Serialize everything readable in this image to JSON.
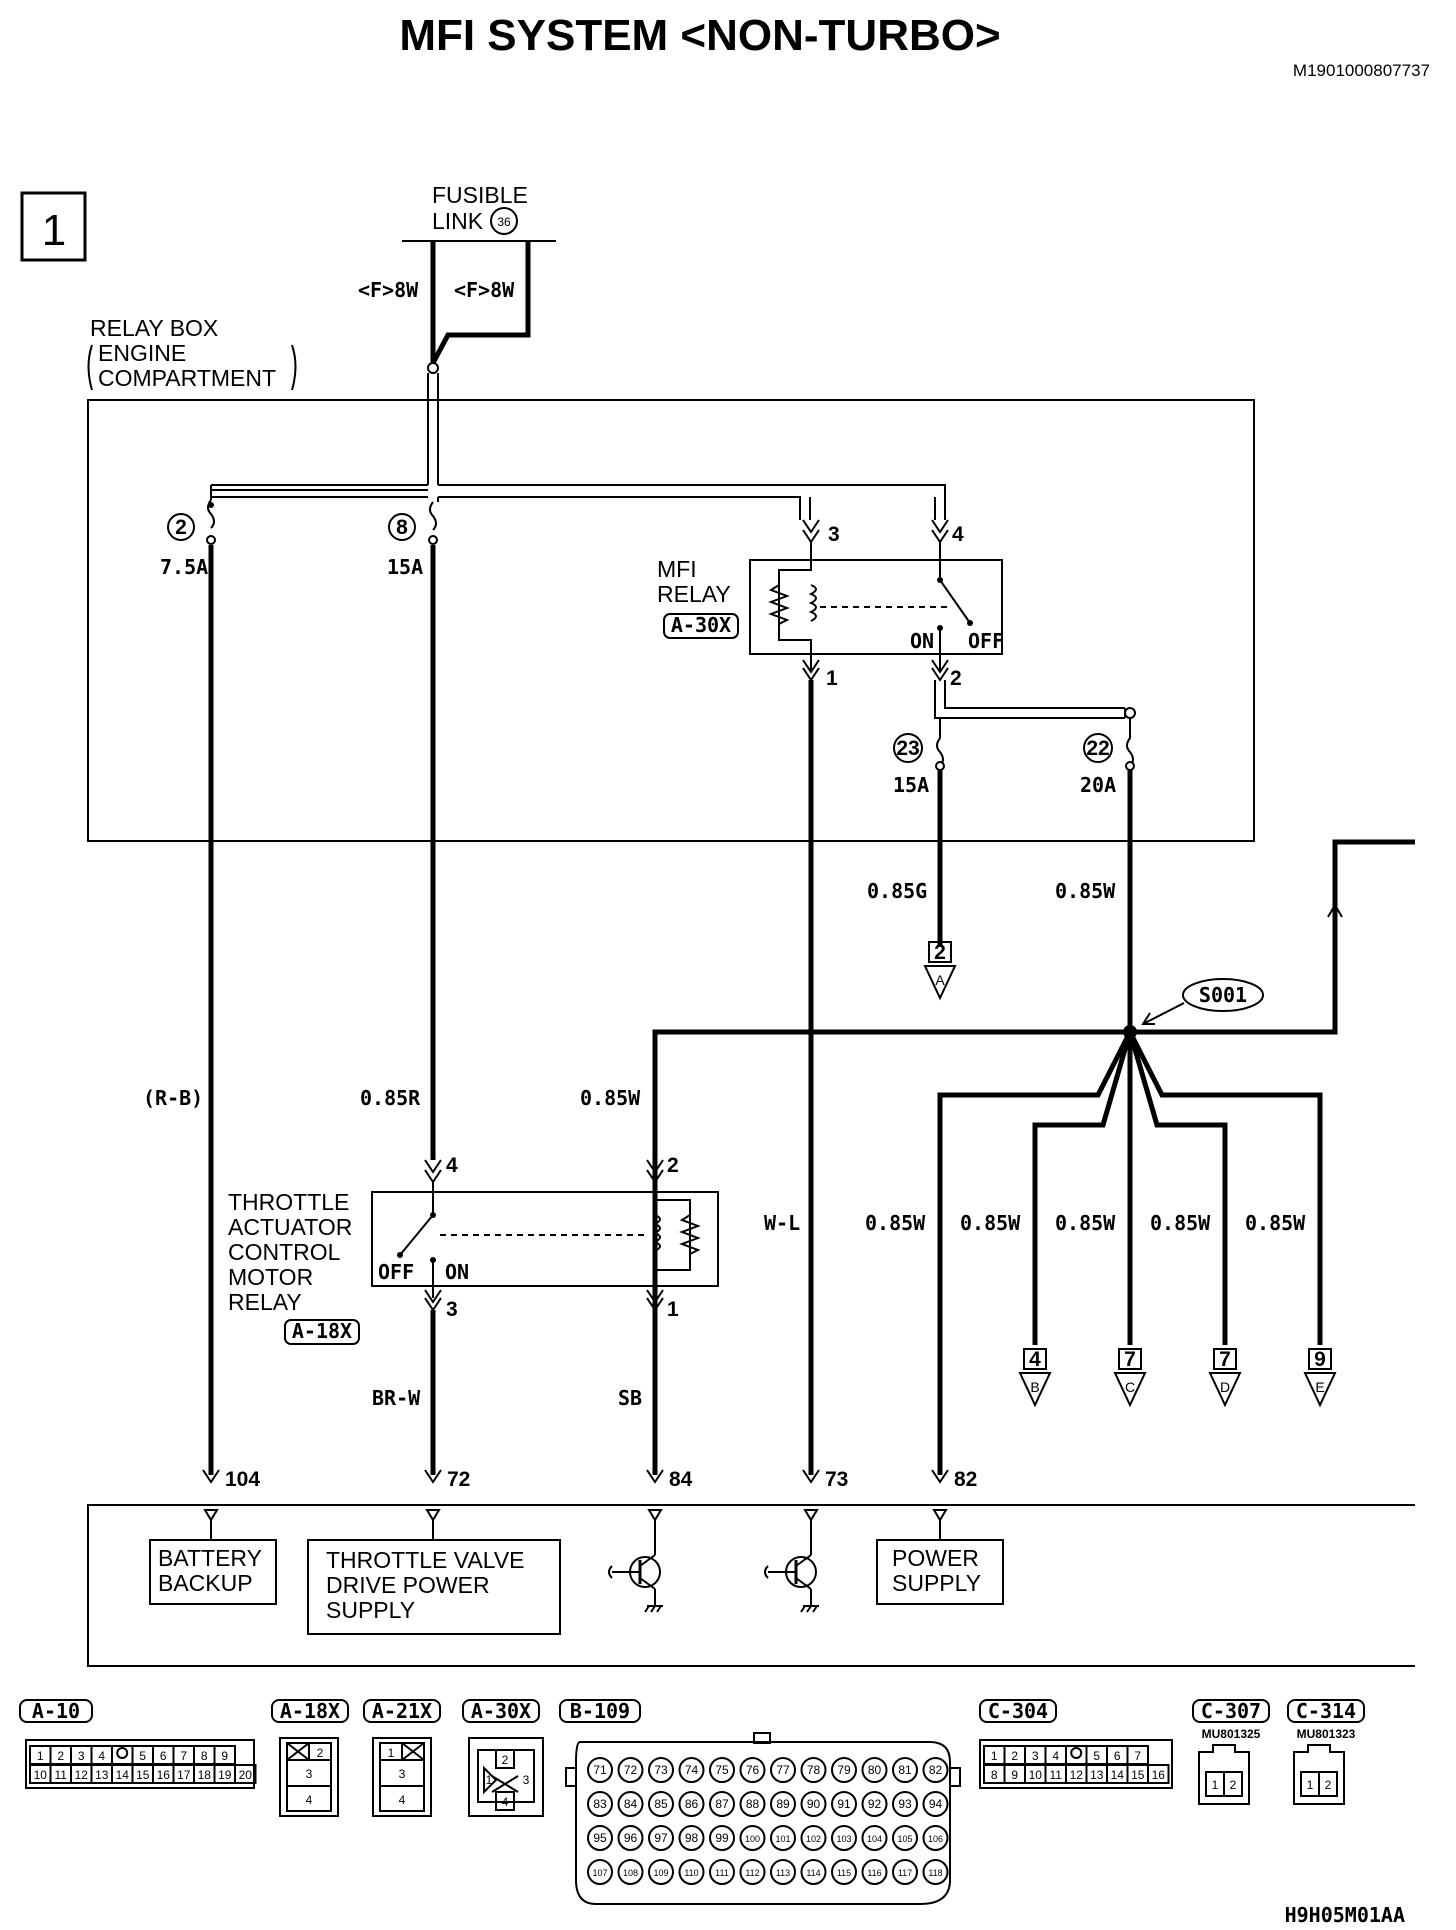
{
  "title": "MFI SYSTEM <NON-TURBO>",
  "doc_code": "M1901000807737",
  "footer_code": "H9H05M01AA",
  "page_box": "1",
  "fusible_link": {
    "line1": "FUSIBLE",
    "line2": "LINK",
    "num": "36"
  },
  "wire_top_left": "<F>8W",
  "wire_top_right": "<F>8W",
  "relay_box": {
    "line1": "RELAY BOX",
    "line2": "ENGINE",
    "line3": "COMPARTMENT"
  },
  "fuses": [
    {
      "num": "2",
      "rating": "7.5A"
    },
    {
      "num": "8",
      "rating": "15A"
    },
    {
      "num": "23",
      "rating": "15A"
    },
    {
      "num": "22",
      "rating": "20A"
    }
  ],
  "mfi_relay": {
    "line1": "MFI",
    "line2": "RELAY",
    "code": "A-30X",
    "pin3": "3",
    "pin4": "4",
    "pin1": "1",
    "pin2": "2",
    "on": "ON",
    "off": "OFF"
  },
  "wires": {
    "r_b": "(R-B)",
    "r085": "0.85R",
    "w085a": "0.85W",
    "g085": "0.85G",
    "w085b": "0.85W",
    "wl": "W-L",
    "brw": "BR-W",
    "sb": "SB",
    "w1": "0.85W",
    "w2": "0.85W",
    "w3": "0.85W",
    "w4": "0.85W",
    "w5": "0.85W"
  },
  "splice": "S001",
  "throttle_relay": {
    "line1": "THROTTLE",
    "line2": "ACTUATOR",
    "line3": "CONTROL",
    "line4": "MOTOR",
    "line5": "RELAY",
    "code": "A-18X",
    "pin4": "4",
    "pin2": "2",
    "pin3": "3",
    "pin1": "1",
    "off": "OFF",
    "on": "ON"
  },
  "connectors_off": [
    {
      "num": "2",
      "letter": "A"
    },
    {
      "num": "4",
      "letter": "B"
    },
    {
      "num": "7",
      "letter": "C"
    },
    {
      "num": "7",
      "letter": "D"
    },
    {
      "num": "9",
      "letter": "E"
    }
  ],
  "ecu_pins": [
    "104",
    "72",
    "84",
    "73",
    "82"
  ],
  "ecu_labels": {
    "battery": [
      "BATTERY",
      "BACKUP"
    ],
    "throttle": [
      "THROTTLE VALVE",
      "DRIVE POWER",
      "SUPPLY"
    ],
    "power": [
      "POWER",
      "SUPPLY"
    ]
  },
  "connector_codes": [
    "A-10",
    "A-18X",
    "A-21X",
    "A-30X",
    "B-109",
    "C-304",
    "C-307",
    "C-314"
  ],
  "part_numbers": {
    "c307": "MU801325",
    "c314": "MU801323"
  },
  "a10_row1": [
    "1",
    "2",
    "3",
    "4",
    "",
    "5",
    "6",
    "7",
    "8",
    "9"
  ],
  "a10_row2": [
    "10",
    "11",
    "12",
    "13",
    "14",
    "15",
    "16",
    "17",
    "18",
    "19",
    "20"
  ],
  "c304_row1": [
    "1",
    "2",
    "3",
    "4",
    "",
    "5",
    "6",
    "7"
  ],
  "c304_row2": [
    "8",
    "9",
    "10",
    "11",
    "12",
    "13",
    "14",
    "15",
    "16"
  ],
  "b109_rows": [
    [
      "71",
      "72",
      "73",
      "74",
      "75",
      "76",
      "77",
      "78",
      "79",
      "80",
      "81",
      "82"
    ],
    [
      "83",
      "84",
      "85",
      "86",
      "87",
      "88",
      "89",
      "90",
      "91",
      "92",
      "93",
      "94"
    ],
    [
      "95",
      "96",
      "97",
      "98",
      "99",
      "100",
      "101",
      "102",
      "103",
      "104",
      "105",
      "106"
    ],
    [
      "107",
      "108",
      "109",
      "110",
      "111",
      "112",
      "113",
      "114",
      "115",
      "116",
      "117",
      "118"
    ]
  ],
  "relay_conn_pins": {
    "r1": "1",
    "r2": "2",
    "r3": "3",
    "r4": "4"
  },
  "small_conn_pins": {
    "p1": "1",
    "p2": "2"
  }
}
